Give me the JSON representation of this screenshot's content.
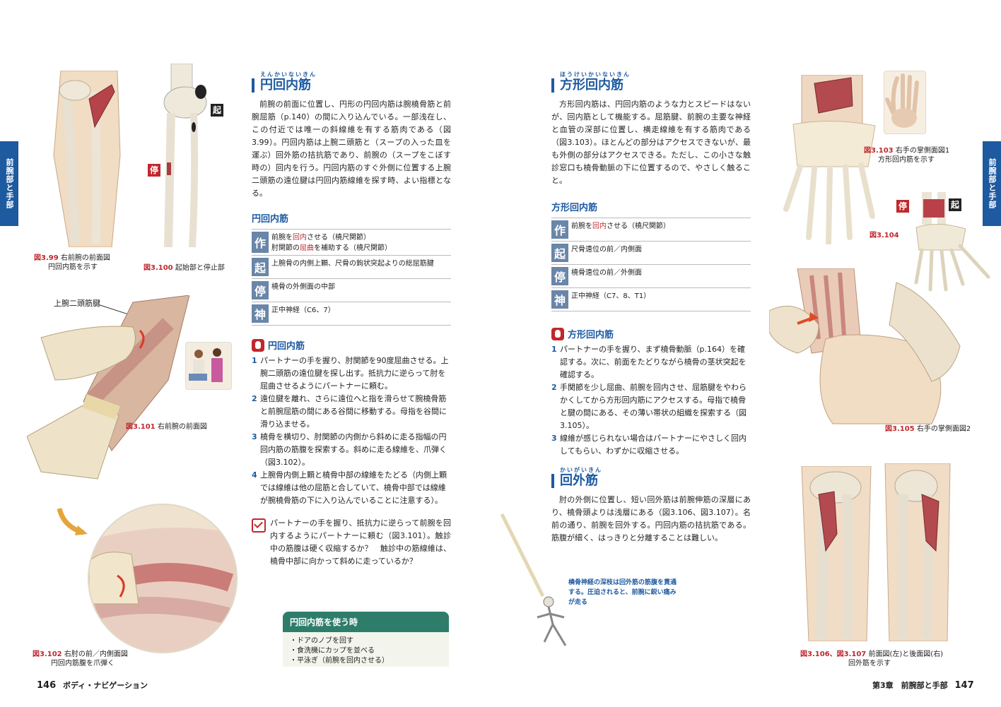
{
  "left_page": {
    "side_tab": "前腕部と手部",
    "muscle1": {
      "ruby": "えんかいないきん",
      "title": "円回内筋",
      "description": "前腕の前面に位置し、円形の円回内筋は腕橈骨筋と前腕屈筋（p.140）の間に入り込んでいる。一部浅在し、この付近では唯一の斜線維を有する筋肉である（図3.99）。円回内筋は上腕二頭筋と（スープの入った皿を運ぶ）回外筋の拮抗筋であり、前腕の（スープをこぼす時の）回内を行う。円回内筋のすぐ外側に位置する上腕二頭筋の遠位腱は円回内筋線維を探す時、よい指標となる。",
      "table_title": "円回内筋",
      "table": [
        {
          "key": "作",
          "line1_pre": "前腕を",
          "line1_hl": "回内",
          "line1_post": "させる（橈尺関節）",
          "line2_pre": "肘関節の",
          "line2_hl": "屈曲",
          "line2_post": "を補助する（橈尺関節）"
        },
        {
          "key": "起",
          "text": "上腕骨の内側上顆、尺骨の鉤状突起よりの総屈筋腱"
        },
        {
          "key": "停",
          "text": "橈骨の外側面の中部"
        },
        {
          "key": "神",
          "text": "正中神経（C6、7）"
        }
      ],
      "palpation_title": "円回内筋",
      "steps": [
        {
          "num": "1",
          "text": "パートナーの手を握り、肘関節を90度屈曲させる。上腕二頭筋の遠位腱を探し出す。抵抗力に逆らって肘を屈曲させるようにパートナーに頼む。"
        },
        {
          "num": "2",
          "text": "遠位腱を離れ、さらに遠位へと指を滑らせて腕橈骨筋と前腕屈筋の間にある谷間に移動する。母指を谷間に滑り込ませる。"
        },
        {
          "num": "3",
          "text": "橈骨を横切り、肘関節の内側から斜めに走る指幅の円回内筋の筋腹を探索する。斜めに走る線維を、爪弾く（図3.102）。"
        },
        {
          "num": "4",
          "text": "上腕骨内側上顆と橈骨中部の線維をたどる（内側上顆では線維は他の屈筋と合していて、橈骨中部では線維が腕橈骨筋の下に入り込んでいることに注意する）。"
        }
      ],
      "check_text": "パートナーの手を握り、抵抗力に逆らって前腕を回内するようにパートナーに頼む（図3.101）。触診中の筋腹は硬く収縮するか？　触診中の筋線維は、橈骨中部に向かって斜めに走っているか？",
      "use_title": "円回内筋を使う時",
      "use_list": [
        "ドアのノブを回す",
        "食洗機にカップを並べる",
        "平泳ぎ（前腕を回内させる）"
      ]
    },
    "figures": {
      "f99_no": "図3.99",
      "f99_caption": "右前腕の前面図",
      "f99_caption2": "円回内筋を示す",
      "f100_no": "図3.100",
      "f100_caption": "起始部と停止部",
      "tag_origin": "起",
      "tag_insertion": "停",
      "biceps_label": "上腕二頭筋腱",
      "f101_no": "図3.101",
      "f101_caption": "右前腕の前面図",
      "f102_no": "図3.102",
      "f102_caption": "右肘の前／内側面図",
      "f102_caption2": "円回内筋腹を爪弾く"
    },
    "footer": {
      "page": "146",
      "title": "ボディ・ナビゲーション"
    }
  },
  "right_page": {
    "side_tab": "前腕部と手部",
    "muscle2": {
      "ruby": "ほうけいかいないきん",
      "title": "方形回内筋",
      "description": "方形回内筋は、円回内筋のような力とスピードはないが、回内筋として機能する。屈筋腱、前腕の主要な神経と血管の深部に位置し、横走線維を有する筋肉である（図3.103）。ほとんどの部分はアクセスできないが、最も外側の部分はアクセスできる。ただし、この小さな触診窓口も橈骨動脈の下に位置するので、やさしく触ること。",
      "table_title": "方形回内筋",
      "table": [
        {
          "key": "作",
          "line1_pre": "前腕を",
          "line1_hl": "回内",
          "line1_post": "させる（橈尺関節）"
        },
        {
          "key": "起",
          "text": "尺骨遠位の前／内側面"
        },
        {
          "key": "停",
          "text": "橈骨遠位の前／外側面"
        },
        {
          "key": "神",
          "text": "正中神経（C7、8、T1）"
        }
      ],
      "palpation_title": "方形回内筋",
      "steps": [
        {
          "num": "1",
          "text": "パートナーの手を握り、まず橈骨動脈（p.164）を確認する。次に、前面をたどりながら橈骨の茎状突起を確認する。"
        },
        {
          "num": "2",
          "text": "手関節を少し屈曲、前腕を回内させ、屈筋腱をやわらかくしてから方形回内筋にアクセスする。母指で橈骨と腱の間にある、その薄い帯状の組織を探索する（図3.105）。"
        },
        {
          "num": "3",
          "text": "線維が感じられない場合はパートナーにやさしく回内してもらい、わずかに収縮させる。"
        }
      ]
    },
    "muscle3": {
      "ruby": "かいがいきん",
      "title": "回外筋",
      "description": "肘の外側に位置し、短い回外筋は前腕伸筋の深層にあり、橈骨頭よりは浅層にある（図3.106、図3.107）。名前の通り、前腕を回外する。円回内筋の拮抗筋である。筋腹が細く、はっきりと分離することは難しい。"
    },
    "figures": {
      "f103_no": "図3.103",
      "f103_caption": "右手の掌側面図1",
      "f103_caption2": "方形回内筋を示す",
      "f104_no": "図3.104",
      "tag_insertion": "停",
      "tag_origin": "起",
      "f105_no": "図3.105",
      "f105_caption": "右手の掌側面図2",
      "nerve_note": "橈骨神経の深枝は回外筋の筋腹を貫通する。圧迫されると、前腕に鋭い痛みが走る",
      "f106_no": "図3.106、図3.107",
      "f106_caption": "前面図(左)と後面図(右)",
      "f106_caption2": "回外筋を示す"
    },
    "footer": {
      "chapter": "第3章　前腕部と手部",
      "page": "147"
    }
  },
  "colors": {
    "accent_blue": "#1e5aa0",
    "accent_red": "#c0282d",
    "use_box_green": "#2e7d6b"
  }
}
